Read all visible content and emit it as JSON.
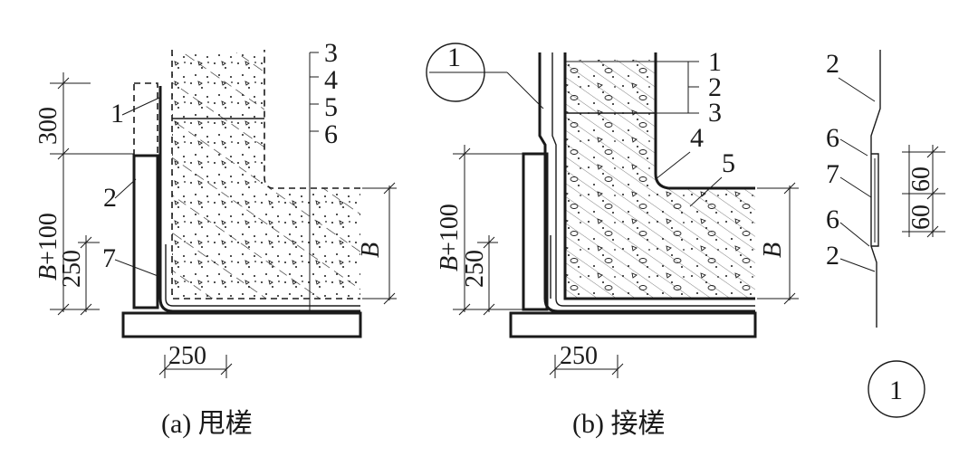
{
  "figure_a": {
    "caption": "(a) 甩槎",
    "callouts": {
      "c1": "1",
      "c2": "2",
      "c3": "3",
      "c4": "4",
      "c5": "5",
      "c6": "6",
      "c7": "7"
    },
    "dims": {
      "d300": "300",
      "dB100_B": "B",
      "dB100_rest": "+100",
      "d250v": "250",
      "d250h": "250",
      "dB": "B"
    }
  },
  "figure_b": {
    "caption": "(b) 接槎",
    "callouts": {
      "c1": "1",
      "c2": "2",
      "c3": "3",
      "c4": "4",
      "c5": "5"
    },
    "detail_ref": {
      "num": "1"
    },
    "dims": {
      "dB100_B": "B",
      "dB100_rest": "+100",
      "d250v": "250",
      "d250h": "250",
      "dB": "B"
    }
  },
  "detail": {
    "circle_label": "1",
    "callouts": {
      "c2a": "2",
      "c6a": "6",
      "c7": "7",
      "c6b": "6",
      "c2b": "2"
    },
    "dims": {
      "d60a": "60",
      "d60b": "60"
    }
  }
}
